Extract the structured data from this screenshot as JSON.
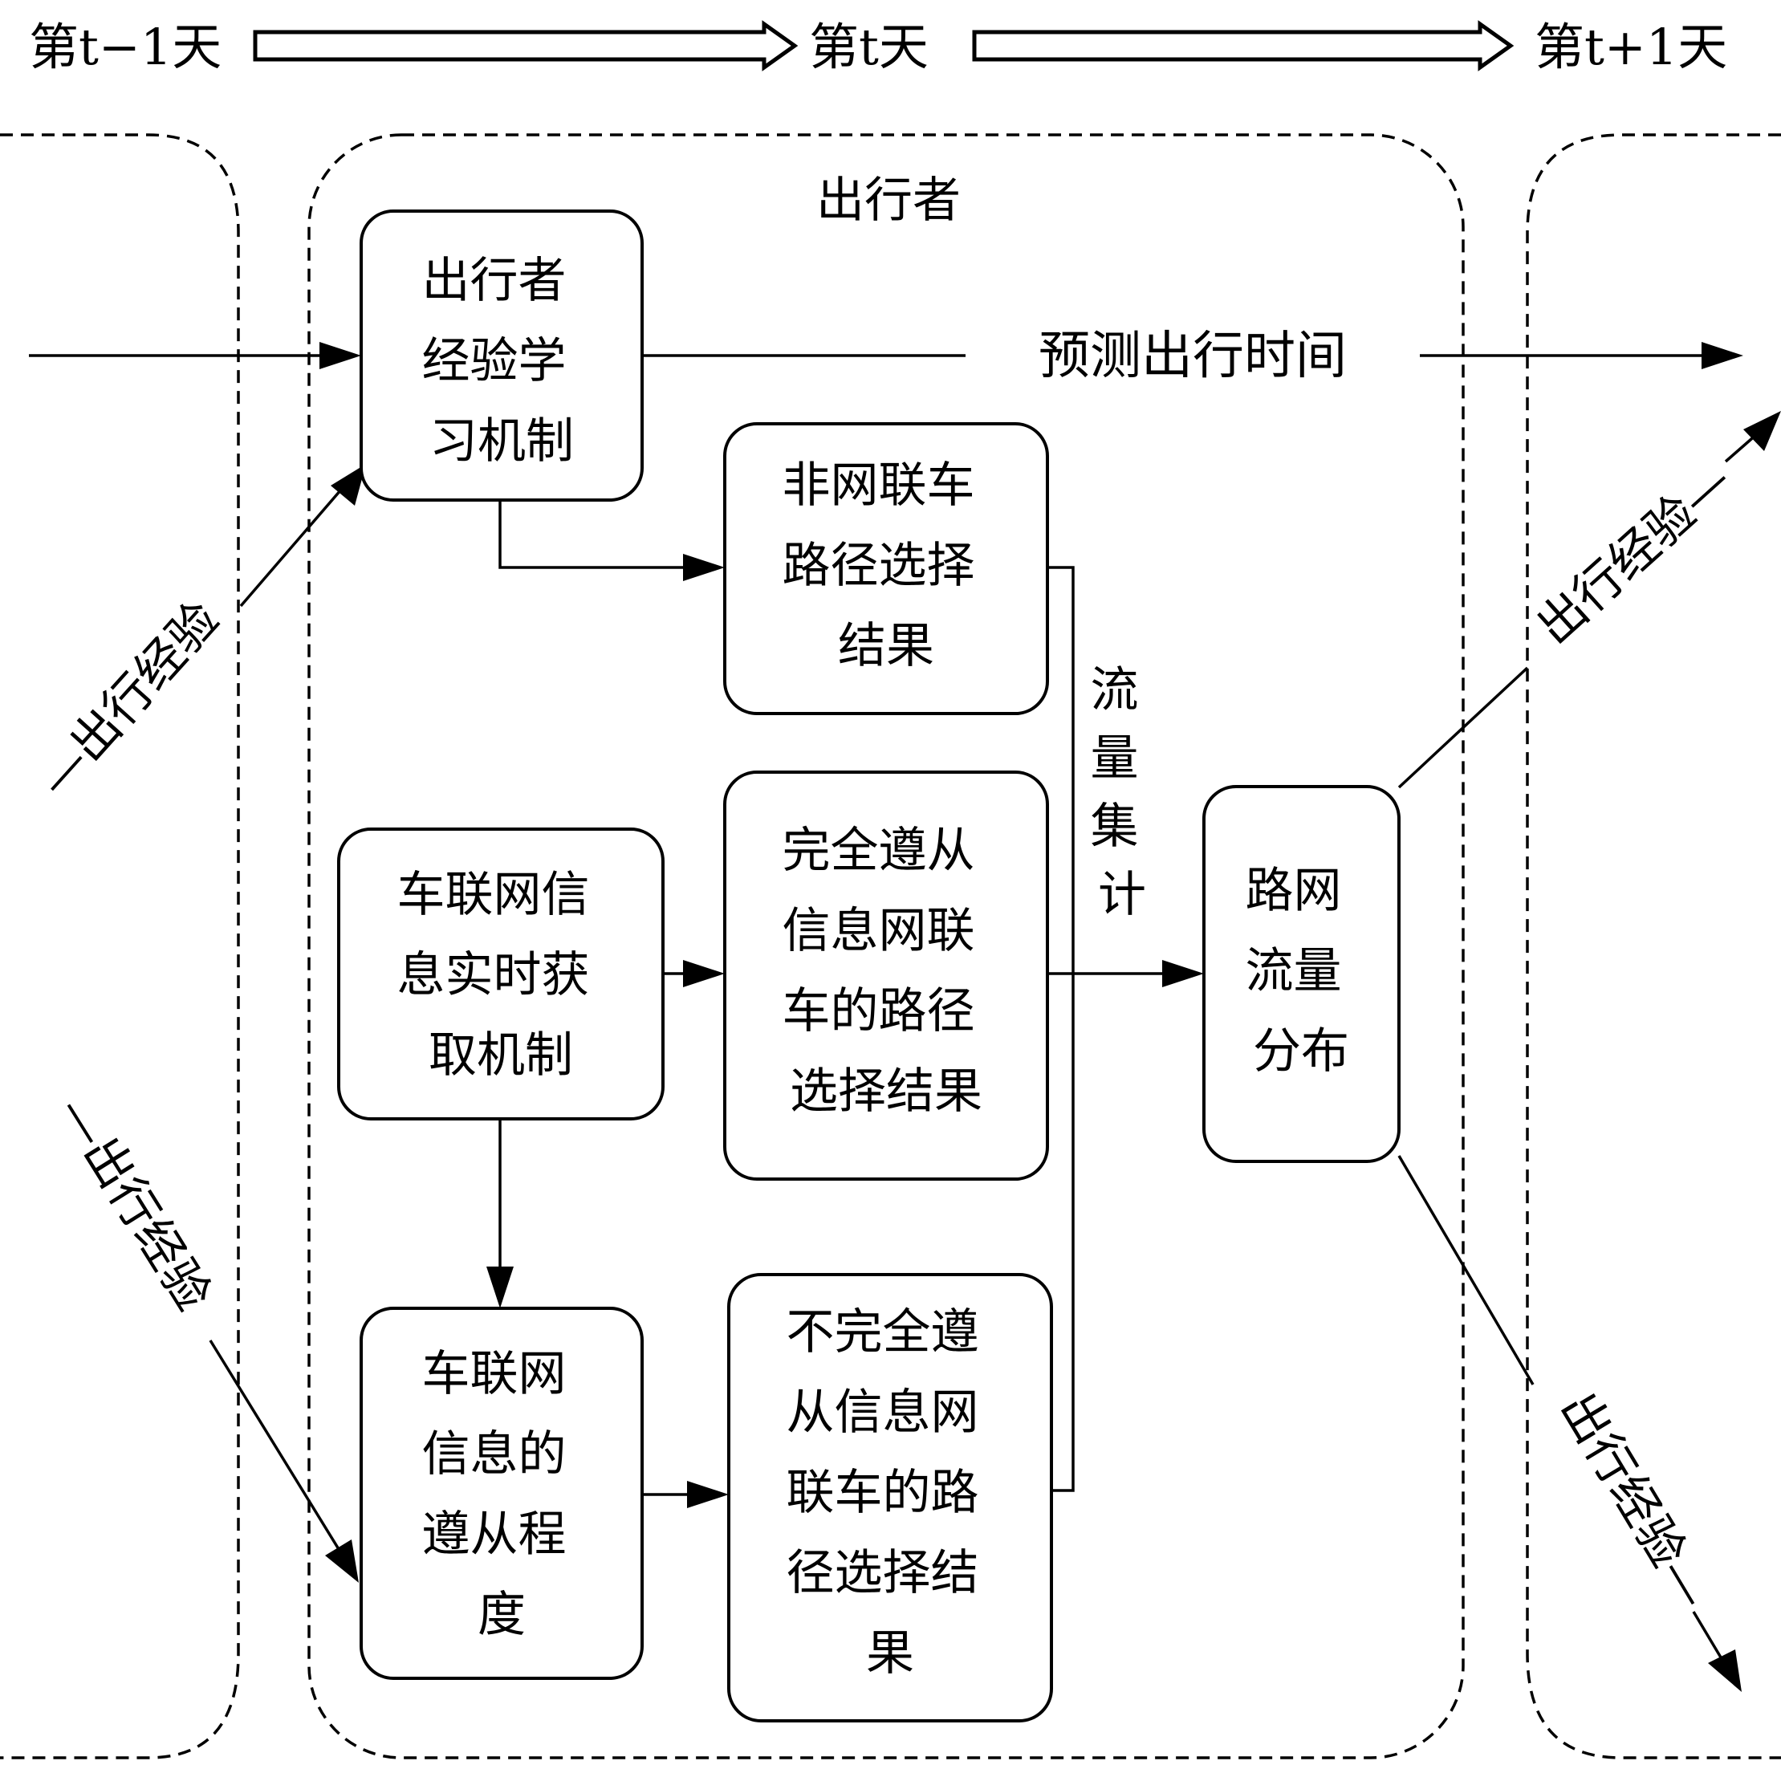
{
  "timeline": {
    "day_prev": "第t−1天",
    "day_curr": "第t天",
    "day_next": "第t+1天"
  },
  "region_title": "出行者",
  "boxes": {
    "learning": [
      "出行者",
      "经验学",
      "习机制"
    ],
    "non_connected": [
      "非网联车",
      "路径选择",
      "结果"
    ],
    "iov_acquire": [
      "车联网信",
      "息实时获",
      "取机制"
    ],
    "full_comply": [
      "完全遵从",
      "信息网联",
      "车的路径",
      "选择结果"
    ],
    "compliance_degree": [
      "车联网",
      "信息的",
      "遵从程",
      "度"
    ],
    "partial_comply": [
      "不完全遵",
      "从信息网",
      "联车的路",
      "径选择结",
      "果"
    ],
    "network_flow": [
      "路网",
      "流量",
      "分布"
    ]
  },
  "labels": {
    "predicted_time": "预测出行时间",
    "flow_aggregation": [
      "流",
      "量",
      "集",
      "计"
    ],
    "experience_in_top": "—出行经验",
    "experience_in_bottom": "—出行经验",
    "experience_out_top": "出行经验—",
    "experience_out_bottom": "出行经验—"
  }
}
